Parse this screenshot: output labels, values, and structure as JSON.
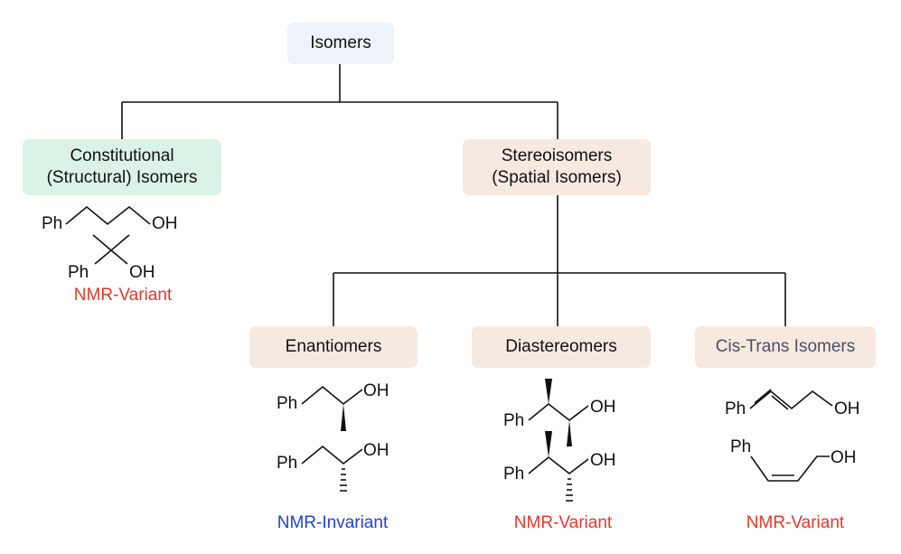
{
  "nodes": {
    "root": {
      "label": "Isomers"
    },
    "constitutional": {
      "line1": "Constitutional",
      "line2": "(Structural) Isomers",
      "color": "#dbf3e6"
    },
    "stereoisomers": {
      "line1": "Stereoisomers",
      "line2": "(Spatial Isomers)",
      "color": "#f6e9df"
    },
    "enantiomers": {
      "label": "Enantiomers"
    },
    "diastereomers": {
      "label": "Diastereomers"
    },
    "cis_trans": {
      "label": "Cis-Trans Isomers"
    }
  },
  "annotations": {
    "constitutional": "NMR-Variant",
    "enantiomers": "NMR-Invariant",
    "diastereomers": "NMR-Variant",
    "cis_trans": "NMR-Variant",
    "variant_color": "#e8372a",
    "invariant_color": "#1f3fe0"
  },
  "molecule_labels": {
    "phenyl": "Ph",
    "hydroxyl": "OH"
  }
}
